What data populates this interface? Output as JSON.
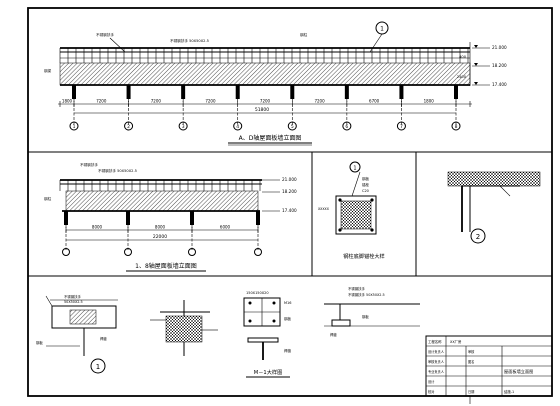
{
  "drawing": {
    "elev1_title": "A、D轴屋面板墙立面图",
    "elev2_title": "1、8轴屋面板墙立面图",
    "anchor_title": "钢柱底脚锚栓大样",
    "section_title": "M－1大样图"
  },
  "elev1": {
    "spans": [
      "1800",
      "7200",
      "7200",
      "7200",
      "7200",
      "7200",
      "6700",
      "1800"
    ],
    "total": "51800",
    "elev_marks": [
      "21.000",
      "18.200",
      "17.400"
    ],
    "left_dims": [
      "400",
      "2400"
    ],
    "axes": [
      "1",
      "2",
      "3",
      "4",
      "5",
      "6",
      "7",
      "8"
    ],
    "callout": "1",
    "notes": [
      "不锈钢扶手",
      "不锈钢扶手 50X50X2.5",
      "钢柱",
      "钢梁"
    ]
  },
  "elev2": {
    "spans": [
      "8000",
      "8000",
      "6000"
    ],
    "total": "22000",
    "elev_marks": [
      "21.000",
      "18.200",
      "17.400"
    ],
    "notes": [
      "不锈钢扶手",
      "不锈钢扶手 50X50X2.5",
      "钢柱"
    ]
  },
  "anchor": {
    "callout": "1",
    "notes": [
      "钢板",
      "锚栓",
      "C20",
      "XXXXX"
    ]
  },
  "detail2": {
    "callout": "2"
  },
  "detail1": {
    "callout": "1",
    "notes": [
      "不锈钢扶手",
      "50X50X2.5",
      "钢板",
      "焊缝"
    ]
  },
  "detail_m": {
    "notes": [
      "150X150X20",
      "M16",
      "钢板",
      "焊缝"
    ]
  },
  "detail_rail": {
    "notes": [
      "不锈钢扶手",
      "不锈钢扶手 50X50X2.5",
      "钢板",
      "焊缝"
    ]
  },
  "title_block": {
    "project_label": "工程名称",
    "project_value": "XX厂房",
    "drawing_label": "图名",
    "drawing_value": "屋面板墙立面图",
    "rows": [
      "设计负责人",
      "审核负责人",
      "专业负责人",
      "设计",
      "校对",
      "审核"
    ],
    "sheet": "结施-1",
    "date": "日期"
  }
}
